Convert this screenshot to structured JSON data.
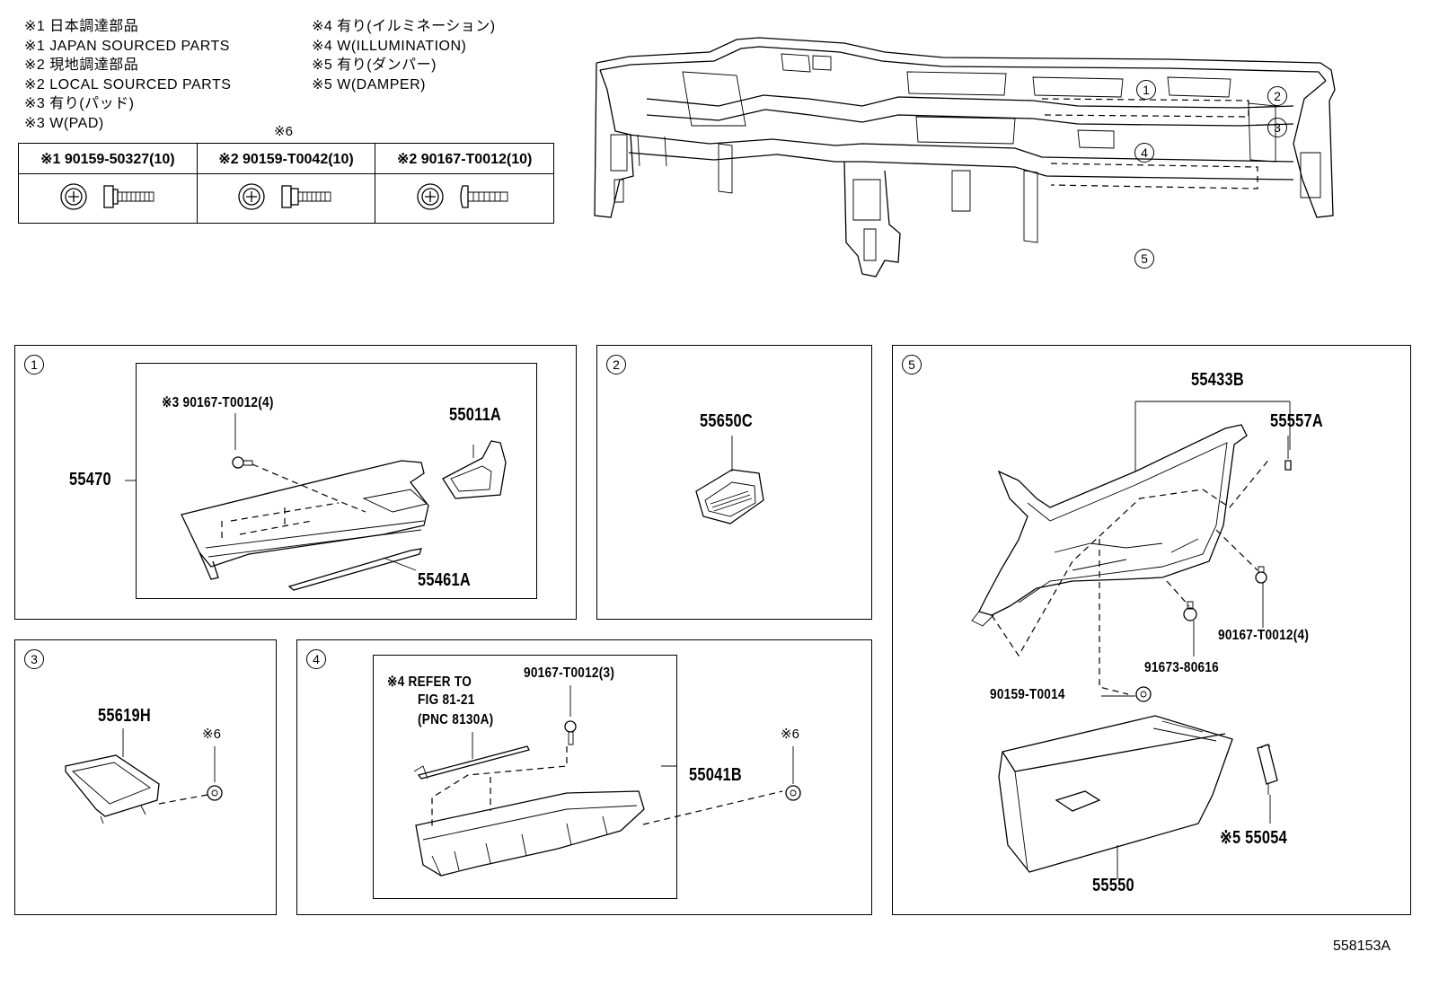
{
  "notes_left": [
    "※1 日本調達部品",
    "※1 JAPAN SOURCED PARTS",
    "※2 現地調達部品",
    "※2 LOCAL SOURCED PARTS",
    "※3 有り(パッド)",
    "※3 W(PAD)"
  ],
  "notes_right": [
    "※4 有り(イルミネーション)",
    "※4 W(ILLUMINATION)",
    "※5 有り(ダンパー)",
    "※5 W(DAMPER)"
  ],
  "bolt_table": {
    "mark": "※6",
    "columns": [
      "※1 90159-50327(10)",
      "※2 90159-T0042(10)",
      "※2 90167-T0012(10)"
    ]
  },
  "overview": {
    "callouts": [
      "1",
      "2",
      "3",
      "4",
      "5"
    ]
  },
  "panel1": {
    "index": "1",
    "labels": {
      "bolt": "※3 90167-T0012(4)",
      "p55011a": "55011A",
      "p55470": "55470",
      "p55461a": "55461A"
    }
  },
  "panel2": {
    "index": "2",
    "labels": {
      "p55650c": "55650C"
    }
  },
  "panel3": {
    "index": "3",
    "labels": {
      "p55619h": "55619H",
      "mark6": "※6"
    }
  },
  "panel4": {
    "index": "4",
    "labels": {
      "refer1": "※4 REFER TO",
      "refer2": "FIG 81-21",
      "refer3": "(PNC 8130A)",
      "bolt": "90167-T0012(3)",
      "p55041b": "55041B",
      "mark6": "※6"
    }
  },
  "panel5": {
    "index": "5",
    "labels": {
      "p55433b": "55433B",
      "p55557a": "55557A",
      "bolt1": "90167-T0012(4)",
      "bolt2": "91673-80616",
      "bolt3": "90159-T0014",
      "p55054": "※5 55054",
      "p55550": "55550"
    }
  },
  "figure_id": "558153A"
}
